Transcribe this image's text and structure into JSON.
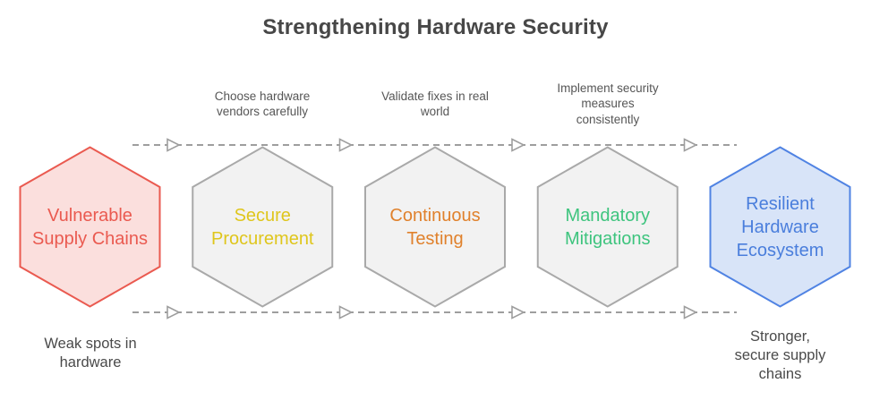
{
  "title": "Strengthening Hardware Security",
  "colors": {
    "title": "#474747",
    "step_label": "#565656",
    "caption": "#4a4a4a",
    "connector": "#9e9e9e",
    "arrowhead_fill": "#ffffff"
  },
  "step_labels": [
    {
      "text": "Choose hardware\nvendors carefully"
    },
    {
      "text": "Validate fixes in real\nworld"
    },
    {
      "text": "Implement security\nmeasures\nconsistently"
    }
  ],
  "stages": [
    {
      "label": "Vulnerable\nSupply Chains",
      "fill": "#fbdfdd",
      "stroke": "#ea5a50",
      "text_color": "#ea5a50"
    },
    {
      "label": "Secure\nProcurement",
      "fill": "#f2f2f2",
      "stroke": "#a9a9a9",
      "text_color": "#dfc61c"
    },
    {
      "label": "Continuous\nTesting",
      "fill": "#f2f2f2",
      "stroke": "#a9a9a9",
      "text_color": "#e0812c"
    },
    {
      "label": "Mandatory\nMitigations",
      "fill": "#f2f2f2",
      "stroke": "#a9a9a9",
      "text_color": "#3ec47e"
    },
    {
      "label": "Resilient\nHardware\nEcosystem",
      "fill": "#d8e4f8",
      "stroke": "#5083e3",
      "text_color": "#4a7edc"
    }
  ],
  "captions": {
    "start": "Weak spots in\nhardware",
    "end": "Stronger,\nsecure supply\nchains"
  }
}
